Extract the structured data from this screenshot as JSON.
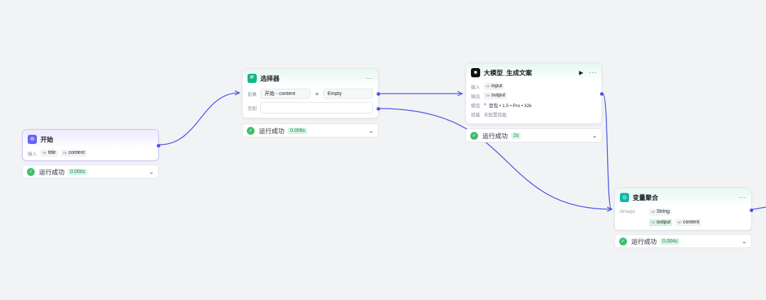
{
  "colors": {
    "accent": "#4d53e8",
    "success": "#3fbd6b",
    "success_badge_bg": "#d8f3e4",
    "canvas_bg": "#f2f3f5"
  },
  "nodes": {
    "start": {
      "title": "开始",
      "icon": "start-icon",
      "input_label": "输入",
      "inputs": [
        {
          "type": "Str",
          "name": "title"
        },
        {
          "type": "Str",
          "name": "content"
        }
      ],
      "status": "运行成功",
      "time": "0.000s"
    },
    "selector": {
      "title": "选择器",
      "icon": "if-icon",
      "icon_text": "IF",
      "more": "···",
      "if_label": "如果",
      "condition_left": "开始 - content",
      "condition_op": "=",
      "condition_right": "Empty",
      "else_label": "否则",
      "status": "运行成功",
      "time": "0.008s"
    },
    "llm": {
      "title": "大模型_生成文案",
      "icon": "llm-icon",
      "run": "▶",
      "more": "···",
      "input_label": "输入",
      "input": {
        "type": "Str",
        "name": "input"
      },
      "output_label": "输出",
      "output": {
        "type": "Str",
        "name": "output"
      },
      "model_label": "模型",
      "model_value": "豆包 • 1.5 • Pro • 32k",
      "skill_label": "技能",
      "skill_value": "未配置技能",
      "status": "运行成功",
      "time": "2s"
    },
    "aggregator": {
      "title": "变量聚合",
      "icon": "aggregate-icon",
      "more": "···",
      "group_label": "Group1",
      "group_type": {
        "type": "Str",
        "name": "String"
      },
      "vars": [
        {
          "type": "Str",
          "name": "output"
        },
        {
          "type": "Str",
          "name": "content"
        }
      ],
      "status": "运行成功",
      "time": "0.004s"
    }
  }
}
